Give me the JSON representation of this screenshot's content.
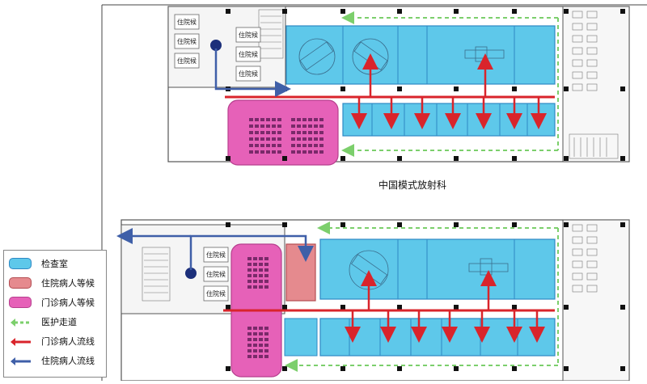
{
  "caption": "中国模式放射科",
  "legend": {
    "items": [
      {
        "label": "检查室",
        "kind": "fill",
        "color": "#5ec8ea",
        "border": "#2e88c4"
      },
      {
        "label": "住院病人等候",
        "kind": "fill",
        "color": "#e58a8e",
        "border": "#b34d52"
      },
      {
        "label": "门诊病人等候",
        "kind": "fill",
        "color": "#e661b8",
        "border": "#b73f8e"
      },
      {
        "label": "医护走道",
        "kind": "dashed-arrow",
        "color": "#7ccf6c"
      },
      {
        "label": "门诊病人流线",
        "kind": "arrow",
        "color": "#d9242b"
      },
      {
        "label": "住院病人流线",
        "kind": "arrow",
        "color": "#3f5fa8"
      }
    ]
  },
  "rooms": {
    "inpatient_ward_label": "住院候"
  },
  "colors": {
    "exam_room": "#5ec8ea",
    "inpatient_wait": "#e58a8e",
    "outpatient_wait": "#e661b8",
    "staff_corridor": "#7ccf6c",
    "outpatient_flow": "#d9242b",
    "inpatient_flow": "#3f5fa8",
    "wall": "#555555"
  }
}
